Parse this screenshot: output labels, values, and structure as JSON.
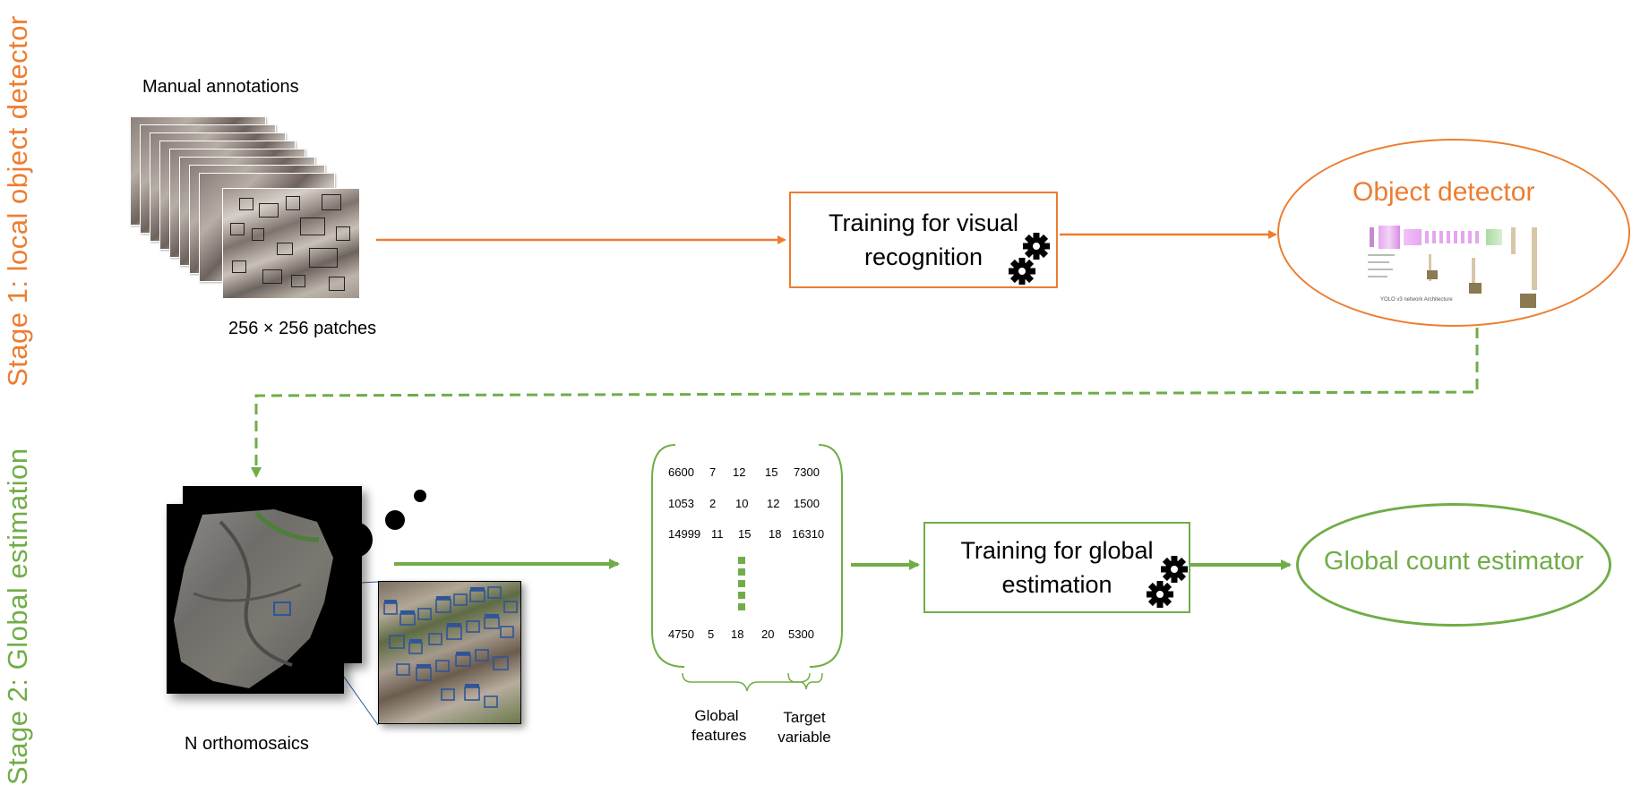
{
  "stage_labels": {
    "stage1": "Stage 1:  local object detector",
    "stage2": "Stage 2: Global estimation"
  },
  "stage1": {
    "annotations_label": "Manual annotations",
    "patches_label": "256 × 256 patches",
    "training_box": {
      "line1": "Training for visual",
      "line2": "recognition"
    },
    "detector": {
      "title": "Object detector",
      "caption": "YOLO v3 network Architecture"
    }
  },
  "stage2": {
    "orthomosaics_label": "N orthomosaics",
    "feature_table": {
      "rows": [
        [
          "6600",
          "7",
          "12",
          "15",
          "7300"
        ],
        [
          "1053",
          "2",
          "10",
          "12",
          "1500"
        ],
        [
          "14999",
          "11",
          "15",
          "18",
          "16310"
        ],
        [
          "4750",
          "5",
          "18",
          "20",
          "5300"
        ]
      ]
    },
    "global_features_label": {
      "line1": "Global",
      "line2": "features"
    },
    "target_variable_label": {
      "line1": "Target",
      "line2": "variable"
    },
    "training_box": {
      "line1": "Training for global",
      "line2": "estimation"
    },
    "estimator": {
      "title": "Global count estimator"
    }
  },
  "colors": {
    "orange": "#ED7D31",
    "green": "#70AD47",
    "detection_blue": "#2F5597"
  },
  "icons": [
    "gear-icon",
    "gear-icon"
  ]
}
